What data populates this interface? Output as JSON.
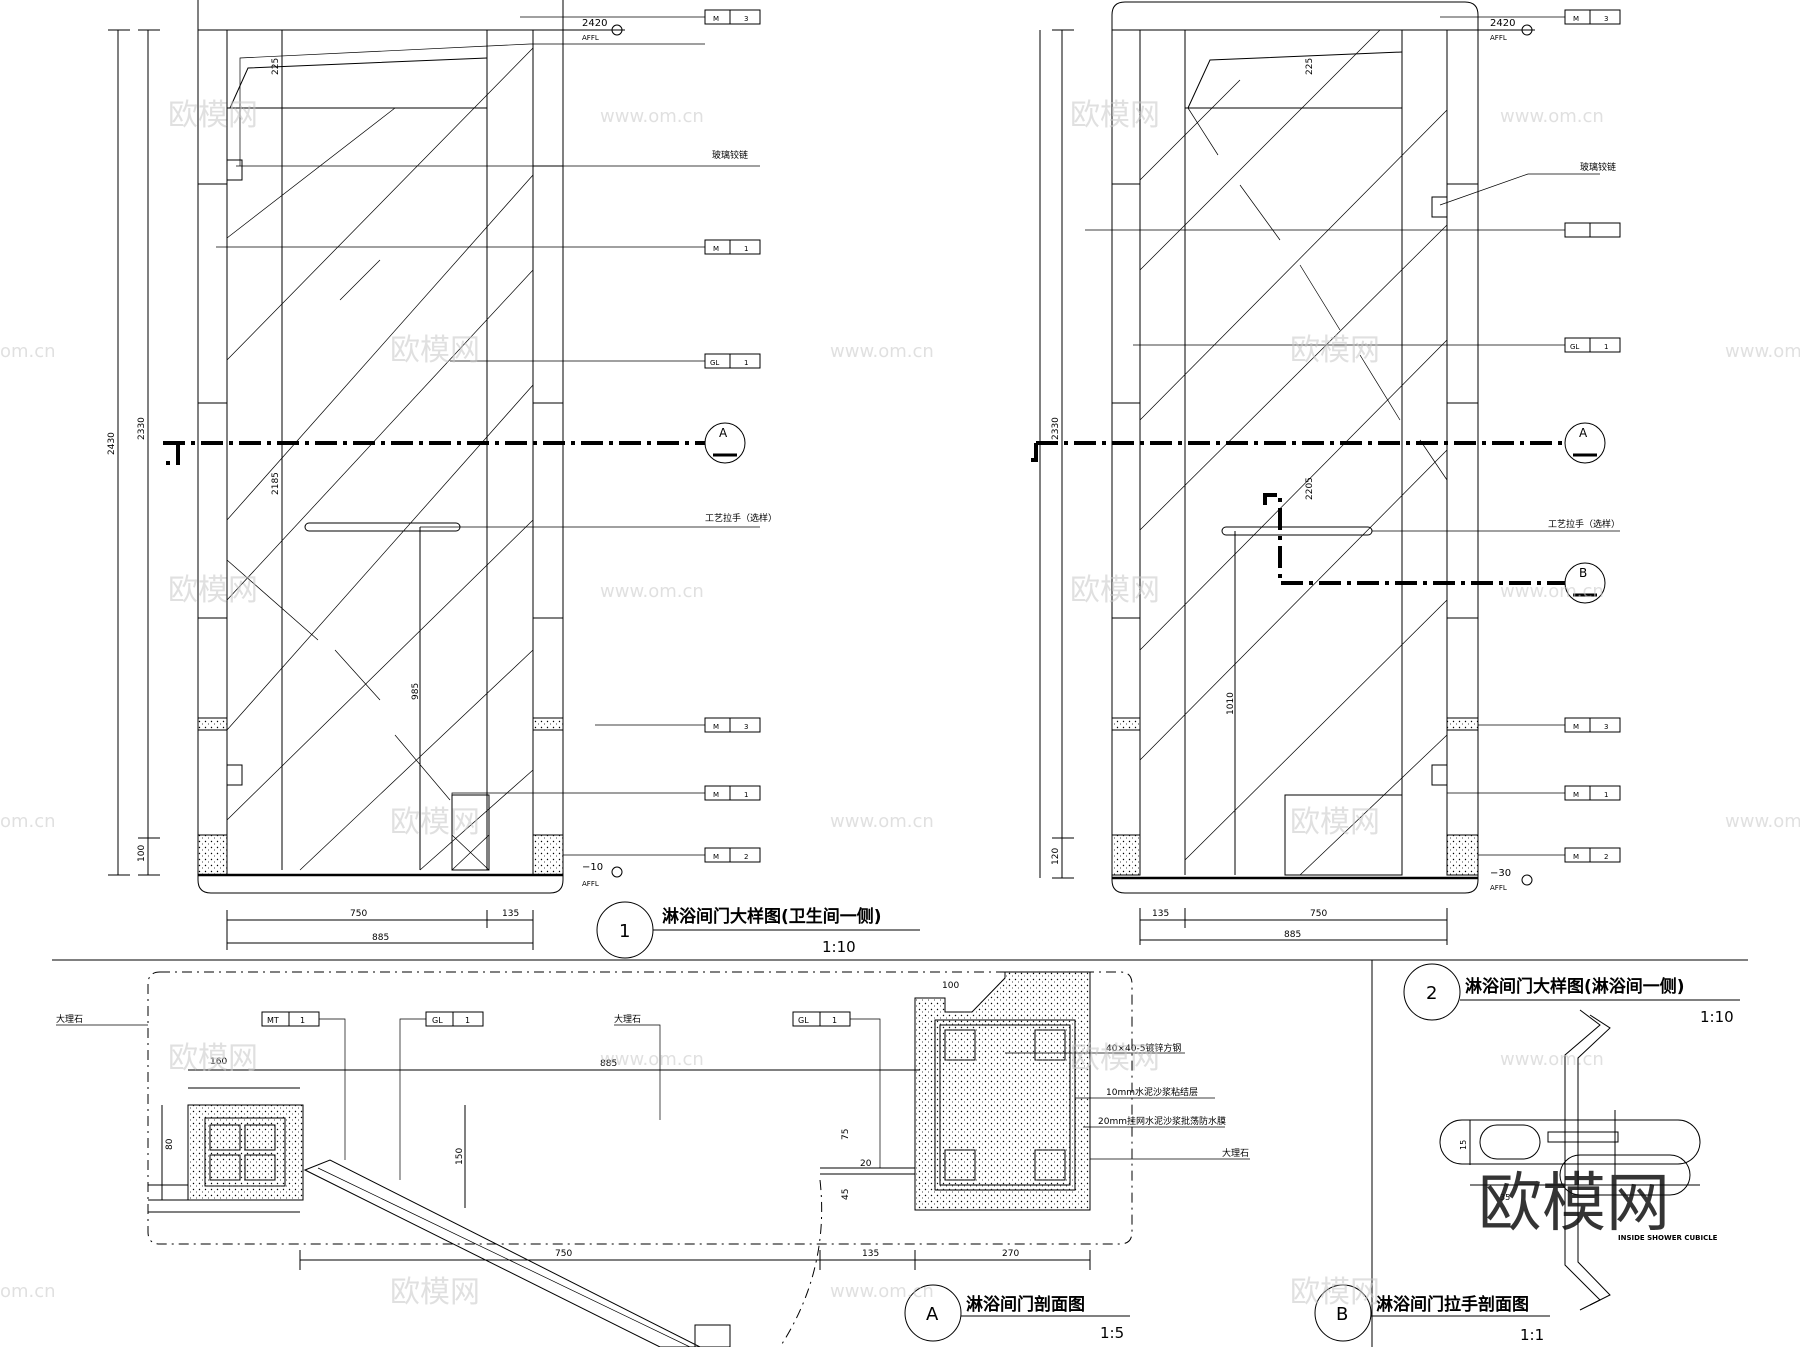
{
  "watermarks": {
    "logo": "欧模网",
    "url": "www.om.cn",
    "url_short": "om.cn",
    "big_logo": "欧模网"
  },
  "elev1": {
    "title": "淋浴间门大样图(卫生间一侧)",
    "number": "1",
    "scale": "1:10",
    "level_top": "2420",
    "level_top_unit": "AFFL",
    "level_bottom": "−10",
    "level_bottom_unit": "AFFL",
    "dim_total_height": "2430",
    "dim_2330": "2330",
    "dim_100": "100",
    "dim_225": "225",
    "dim_2185": "2185",
    "dim_985": "985",
    "dim_750": "750",
    "dim_135": "135",
    "dim_885": "885",
    "label_hinge": "玻璃铰链",
    "label_handle": "工艺拉手（选样）",
    "tags": [
      {
        "code": "M",
        "num": "3"
      },
      {
        "code": "M",
        "num": "1"
      },
      {
        "code": "GL",
        "num": "1"
      },
      {
        "code": "M",
        "num": "3"
      },
      {
        "code": "M",
        "num": "1"
      },
      {
        "code": "M",
        "num": "2"
      }
    ],
    "section_mark": "A"
  },
  "elev2": {
    "title": "淋浴间门大样图(淋浴间一侧)",
    "number": "2",
    "scale": "1:10",
    "level_top": "2420",
    "level_top_unit": "AFFL",
    "level_bottom": "−30",
    "level_bottom_unit": "AFFL",
    "dim_2330": "2330",
    "dim_120": "120",
    "dim_225": "225",
    "dim_2205": "2205",
    "dim_1010": "1010",
    "dim_135": "135",
    "dim_750": "750",
    "dim_885": "885",
    "label_hinge": "玻璃铰链",
    "label_handle": "工艺拉手（选样）",
    "tags": [
      {
        "code": "M",
        "num": "3"
      },
      {
        "code": "GL",
        "num": "1"
      },
      {
        "code": "M",
        "num": "3"
      },
      {
        "code": "M",
        "num": "1"
      },
      {
        "code": "M",
        "num": "2"
      }
    ],
    "section_mark_a": "A",
    "section_mark_b": "B"
  },
  "sectionA": {
    "title": "淋浴间门剖面图",
    "letter": "A",
    "scale": "1:5",
    "label_marble_left": "大理石",
    "label_marble_mid": "大理石",
    "label_tube": "40×40-5镀锌方钢",
    "label_mortar": "10mm水泥沙浆粘结层",
    "label_mesh": "20mm挂网水泥沙浆批荡防水膜",
    "label_marble_right": "大理石",
    "tag_mt": {
      "code": "MT",
      "num": "1"
    },
    "tag_gl1": {
      "code": "GL",
      "num": "1"
    },
    "tag_gl2": {
      "code": "GL",
      "num": "1"
    },
    "dim_160": "160",
    "dim_885": "885",
    "dim_100": "100",
    "dim_80": "80",
    "dim_150": "150",
    "dim_75": "75",
    "dim_20": "20",
    "dim_45": "45",
    "dim_750": "750",
    "dim_135": "135",
    "dim_270": "270"
  },
  "sectionB": {
    "title": "淋浴间门拉手剖面图",
    "letter": "B",
    "scale": "1:1",
    "dim_15": "15",
    "dim_35": "35",
    "label_inside": "INSIDE SHOWER CUBICLE"
  }
}
